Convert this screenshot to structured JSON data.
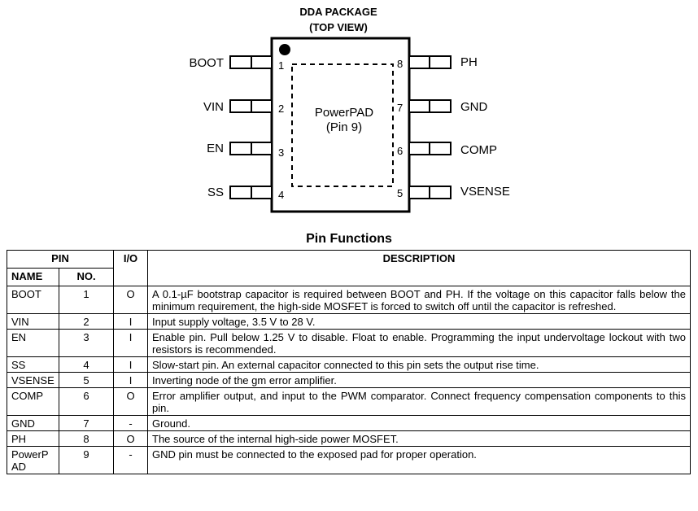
{
  "package": {
    "title_line1": "DDA PACKAGE",
    "title_line2": "(TOP VIEW)",
    "pad_label_line1": "PowerPAD",
    "pad_label_line2": "(Pin 9)",
    "left_pins": [
      {
        "name": "BOOT",
        "number": "1"
      },
      {
        "name": "VIN",
        "number": "2"
      },
      {
        "name": "EN",
        "number": "3"
      },
      {
        "name": "SS",
        "number": "4"
      }
    ],
    "right_pins": [
      {
        "name": "PH",
        "number": "8"
      },
      {
        "name": "GND",
        "number": "7"
      },
      {
        "name": "COMP",
        "number": "6"
      },
      {
        "name": "VSENSE",
        "number": "5"
      }
    ]
  },
  "section_title": "Pin Functions",
  "table": {
    "header": {
      "pin": "PIN",
      "io": "I/O",
      "description": "DESCRIPTION",
      "name": "NAME",
      "no": "NO."
    },
    "rows": [
      {
        "name": "BOOT",
        "no": "1",
        "io": "O",
        "description": "A 0.1-µF bootstrap capacitor is required between BOOT and PH. If the voltage on this capacitor falls below the minimum requirement, the high-side MOSFET is forced to switch off until the capacitor is refreshed."
      },
      {
        "name": "VIN",
        "no": "2",
        "io": "I",
        "description": "Input supply voltage, 3.5 V to 28 V."
      },
      {
        "name": "EN",
        "no": "3",
        "io": "I",
        "description": "Enable pin. Pull below 1.25 V to disable. Float to enable. Programming the input undervoltage lockout with two resistors is recommended."
      },
      {
        "name": "SS",
        "no": "4",
        "io": "I",
        "description": "Slow-start pin. An external capacitor connected to this pin sets the output rise time."
      },
      {
        "name": "VSENSE",
        "no": "5",
        "io": "I",
        "description": "Inverting node of the gm error amplifier."
      },
      {
        "name": "COMP",
        "no": "6",
        "io": "O",
        "description": "Error amplifier output, and input to the PWM comparator. Connect frequency compensation components to this pin."
      },
      {
        "name": "GND",
        "no": "7",
        "io": "-",
        "description": "Ground."
      },
      {
        "name": "PH",
        "no": "8",
        "io": "O",
        "description": "The source of the internal high-side power MOSFET."
      },
      {
        "name": "PowerPAD",
        "no": "9",
        "io": "-",
        "description": "GND pin must be connected to the exposed pad for proper operation."
      }
    ]
  }
}
